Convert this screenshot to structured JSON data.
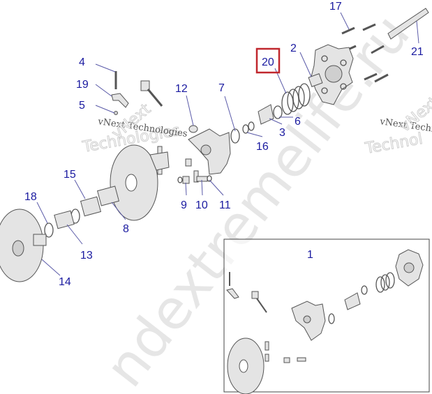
{
  "diagram": {
    "callouts": {
      "c1": "1",
      "c2": "2",
      "c3": "3",
      "c4": "4",
      "c5": "5",
      "c6": "6",
      "c7": "7",
      "c8": "8",
      "c9": "9",
      "c10": "10",
      "c11": "11",
      "c12": "12",
      "c13": "13",
      "c14": "14",
      "c15": "15",
      "c16": "16",
      "c17": "17",
      "c18": "18",
      "c19": "19",
      "c20": "20",
      "c21": "21"
    },
    "highlighted_callout": "20",
    "highlight_color": "#c0272d",
    "callout_color": "#1a1aa0"
  },
  "watermarks": {
    "vnext_left": "vNext Technologies",
    "vnext_left_outline": "Technologies",
    "vnext_left_rot": "vNext",
    "vnext_right": "vNext Techno",
    "vnext_right_outline": "Technol",
    "vnext_right_rot": "vNext",
    "site": "ndextremelife.ru"
  }
}
